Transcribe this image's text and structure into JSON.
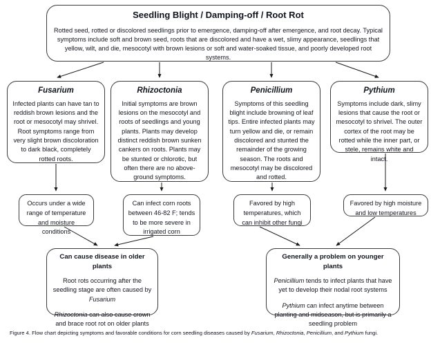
{
  "figure": {
    "caption_prefix": "Figure 4. Flow chart depicting symptoms and favorable conditions for corn seedling diseases caused by ",
    "caption_sp1": "Fusarium",
    "caption_sep1": ", ",
    "caption_sp2": "Rhizoctonia",
    "caption_sep2": ", ",
    "caption_sp3": "Penicillium",
    "caption_sep3": ", and ",
    "caption_sp4": "Pythium",
    "caption_suffix": " fungi."
  },
  "root": {
    "title": "Seedling Blight / Damping-off / Root Rot",
    "body": "Rotted seed, rotted or discolored seedlings prior to emergence, damping-off after emergence, and root decay.  Typical symptoms include soft and brown seed, roots that are discolored and have a wet, slimy appearance, seedlings that yellow, wilt, and die, mesocotyl with brown lesions or soft and water-soaked tissue, and poorly developed root systems."
  },
  "diseases": [
    {
      "name": "Fusarium",
      "symptoms": "Infected plants can have tan to reddish brown lesions and the root or mesocotyl may shrivel.  Root symptoms range from very slight brown discoloration to dark black, completely rotted roots."
    },
    {
      "name": "Rhizoctonia",
      "symptoms": "Initial symptoms are brown lesions on the mesocotyl and roots of seedlings and young plants.  Plants may develop distinct reddish brown sunken cankers on roots.  Plants may be stunted or chlorotic, but often there are no above-ground symptoms."
    },
    {
      "name": "Penicillium",
      "symptoms": "Symptoms of this seedling blight include browning of leaf tips.  Entire infected plants may turn yellow and die, or remain discolored and stunted the remainder of the growing season.  The roots and mesocotyl may be discolored and rotted."
    },
    {
      "name": "Pythium",
      "symptoms": "Symptoms include dark, slimy lesions that cause the root or mesocotyl to shrivel.  The outer cortex of the root may be rotted while the inner part, or stele, remains white and intact."
    }
  ],
  "conditions": [
    {
      "text": "Occurs under a wide range of temperature and moisture conditions"
    },
    {
      "text": "Can infect corn roots between 46-82 F; tends to be more severe in irrigated corn"
    },
    {
      "text": "Favored by high temperatures, which can inhibit other fungi"
    },
    {
      "text": "Favored by high moisture and low temperatures"
    }
  ],
  "summaries": {
    "older": {
      "title": "Can cause disease in older plants",
      "para1_pre": "Root rots occurring after the seedling stage are often caused by ",
      "para1_sp": "Fusarium",
      "para1_post": "",
      "para2_sp": "Rhizoctonia",
      "para2_post": " can also cause crown and brace root rot on older plants"
    },
    "younger": {
      "title": "Generally a problem on younger plants",
      "para1_sp": "Penicillium",
      "para1_post": " tends to infect plants that have yet to develop their nodal root systems",
      "para2_sp": "Pythium",
      "para2_post": " can infect anytime between planting and midseason, but is primarily a seedling problem"
    }
  },
  "colors": {
    "border": "#3a3a3a",
    "text": "#10141c",
    "background": "#ffffff",
    "connector": "#1a1a1a"
  }
}
